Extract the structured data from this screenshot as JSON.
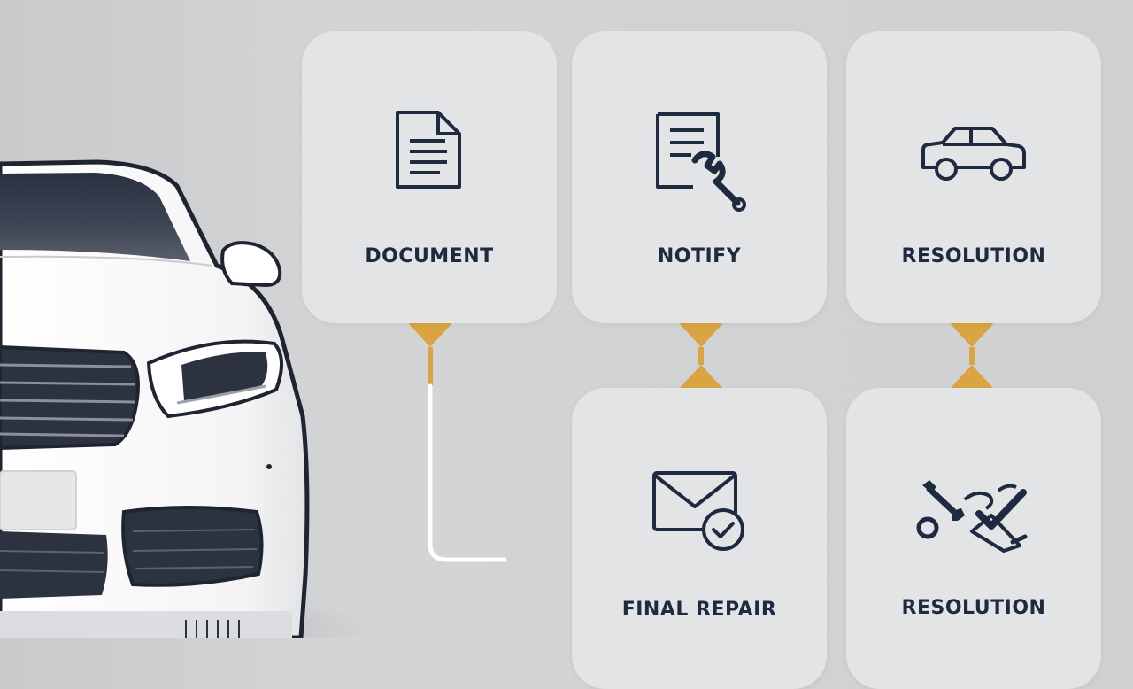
{
  "steps": {
    "document": {
      "label": "DOCUMENT",
      "icon": "document-icon"
    },
    "notify": {
      "label": "NOTIFY",
      "icon": "document-wrench-icon"
    },
    "resolution_top": {
      "label": "RESOLUTION",
      "icon": "car-icon"
    },
    "final_repair": {
      "label": "FINAL REPAIR",
      "icon": "envelope-check-icon"
    },
    "resolution_bottom": {
      "label": "RESOLUTION",
      "icon": "tools-check-icon"
    }
  },
  "colors": {
    "background": "#cfd0d2",
    "card": "#e3e4e6",
    "ink": "#1e2a3f",
    "connector": "#d9a441",
    "connector_light": "#ffffff"
  }
}
